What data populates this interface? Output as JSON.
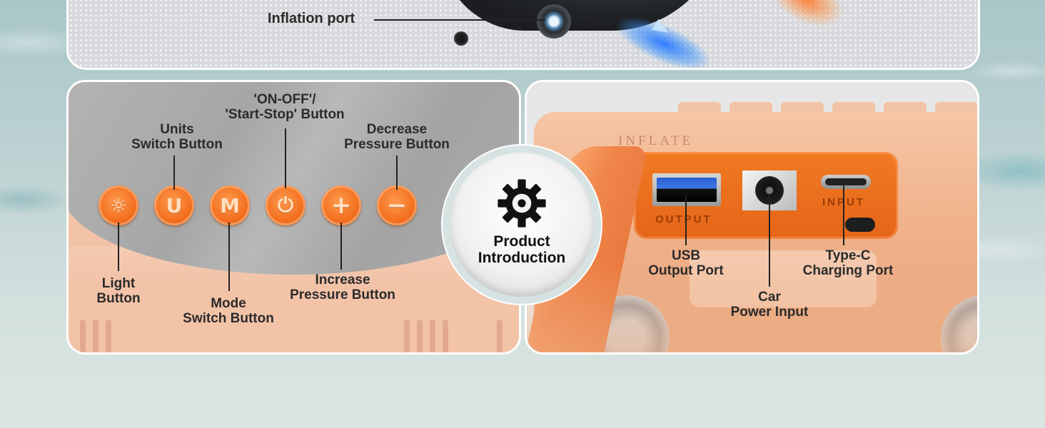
{
  "top": {
    "inflation_port_label": "Inflation port"
  },
  "center_badge": {
    "icon": "gear-icon",
    "title_line1": "Product",
    "title_line2": "Introduction"
  },
  "control_panel": {
    "buttons": [
      {
        "icon": "light-icon",
        "glyph": "☼"
      },
      {
        "icon": "units-icon",
        "glyph": "U"
      },
      {
        "icon": "mode-icon",
        "glyph": "M"
      },
      {
        "icon": "power-icon",
        "glyph": "⏻"
      },
      {
        "icon": "plus-icon",
        "glyph": "+"
      },
      {
        "icon": "minus-icon",
        "glyph": "−"
      }
    ],
    "labels": {
      "light": [
        "Light",
        "Button"
      ],
      "units": [
        "Units",
        "Switch Button"
      ],
      "mode": [
        "Mode",
        "Switch Button"
      ],
      "on_off": [
        "'ON-OFF'/",
        "'Start-Stop' Button"
      ],
      "increase": [
        "Increase",
        "Pressure Button"
      ],
      "decrease": [
        "Decrease",
        "Pressure Button"
      ]
    }
  },
  "ports_panel": {
    "printed_inflate": "INFLATE",
    "printed_output": "OUTPUT",
    "printed_input": "INPUT",
    "labels": {
      "usb": [
        "USB",
        "Output Port"
      ],
      "car": [
        "Car",
        "Power Input"
      ],
      "typec": [
        "Type-C",
        "Charging Port"
      ]
    }
  },
  "colors": {
    "accent_orange": "#f26f1e",
    "label_text": "#2b2b2b"
  }
}
